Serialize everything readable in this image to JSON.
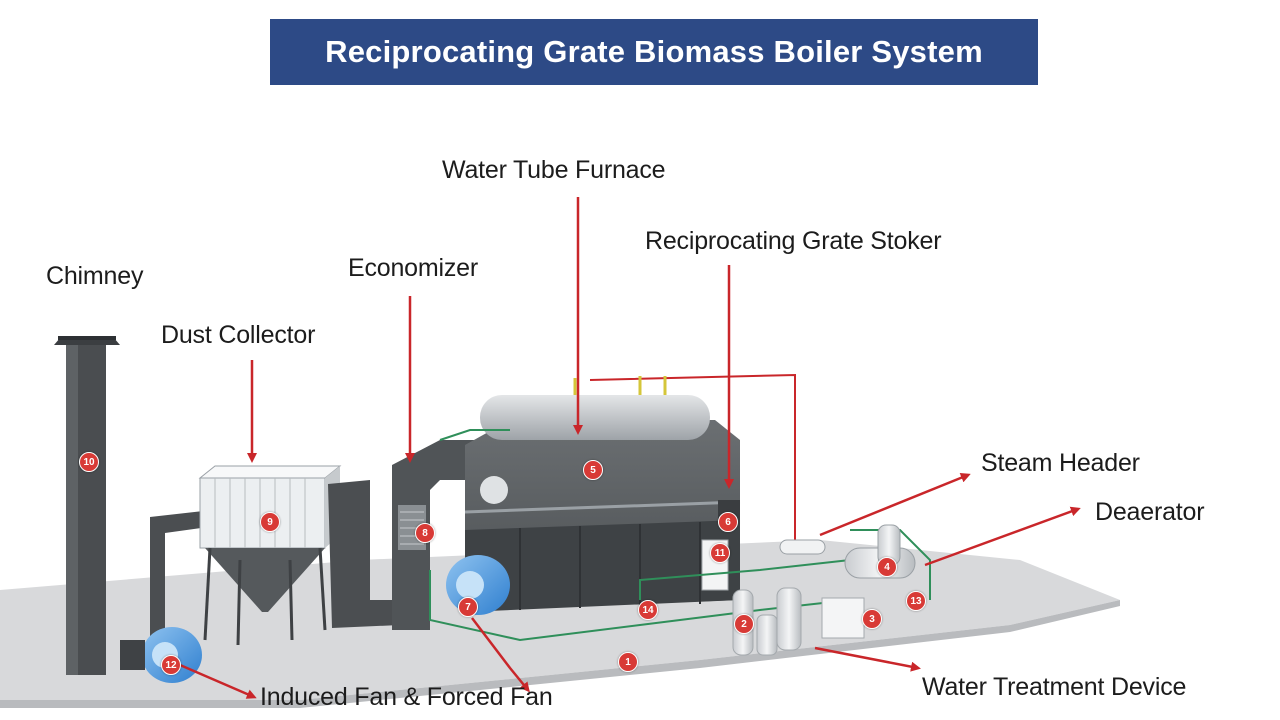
{
  "title": "Reciprocating Grate Biomass Boiler System",
  "labels": {
    "water_tube_furnace": "Water Tube Furnace",
    "reciprocating_grate_stoker": "Reciprocating Grate Stoker",
    "economizer": "Economizer",
    "chimney": "Chimney",
    "dust_collector": "Dust Collector",
    "steam_header": "Steam Header",
    "deaerator": "Deaerator",
    "induced_forced_fan": "Induced Fan & Forced Fan",
    "water_treatment_device": "Water Treatment Device"
  },
  "markers": [
    "1",
    "2",
    "3",
    "4",
    "5",
    "6",
    "7",
    "8",
    "9",
    "10",
    "11",
    "12",
    "13",
    "14"
  ],
  "colors": {
    "banner": "#2d4a86",
    "arrow": "#c9262a",
    "marker": "#d83a36",
    "fan": "#3f8fd8",
    "floor": "#d8d9db"
  }
}
